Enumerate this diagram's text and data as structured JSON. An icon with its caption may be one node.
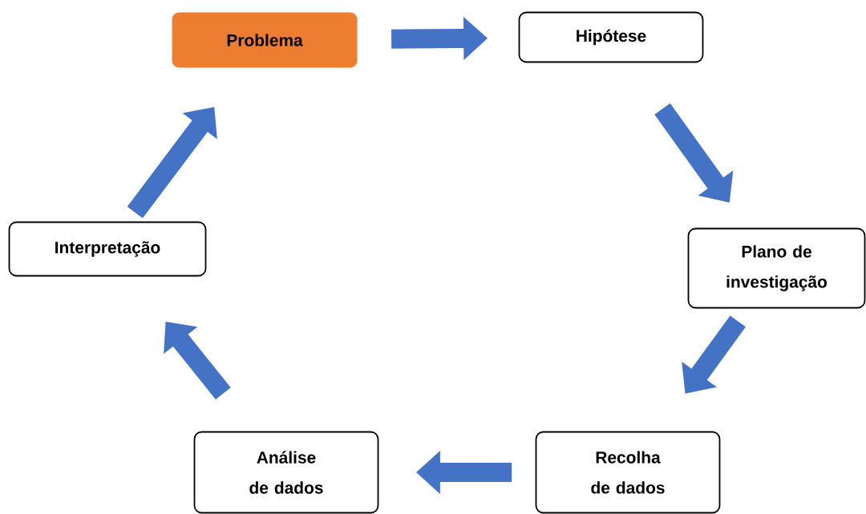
{
  "diagram": {
    "nodes": [
      {
        "text": [
          "Problema"
        ]
      },
      {
        "text": [
          "Hipótese"
        ]
      },
      {
        "text": [
          "Plano de investigação"
        ]
      },
      {
        "text": [
          "Recolha de dados"
        ]
      },
      {
        "text": [
          "Análise de dados"
        ]
      },
      {
        "text": [
          "Interpretação"
        ]
      }
    ],
    "edges": [
      {
        "from": 0,
        "to": 1,
        "arrow": "to"
      },
      {
        "from": 1,
        "to": 2,
        "arrow": "to"
      },
      {
        "from": 2,
        "to": 3,
        "arrow": "to"
      },
      {
        "from": 3,
        "to": 4,
        "arrow": "to"
      },
      {
        "from": 4,
        "to": 5,
        "arrow": "to"
      },
      {
        "from": 5,
        "to": 0,
        "arrow": "to"
      }
    ]
  }
}
